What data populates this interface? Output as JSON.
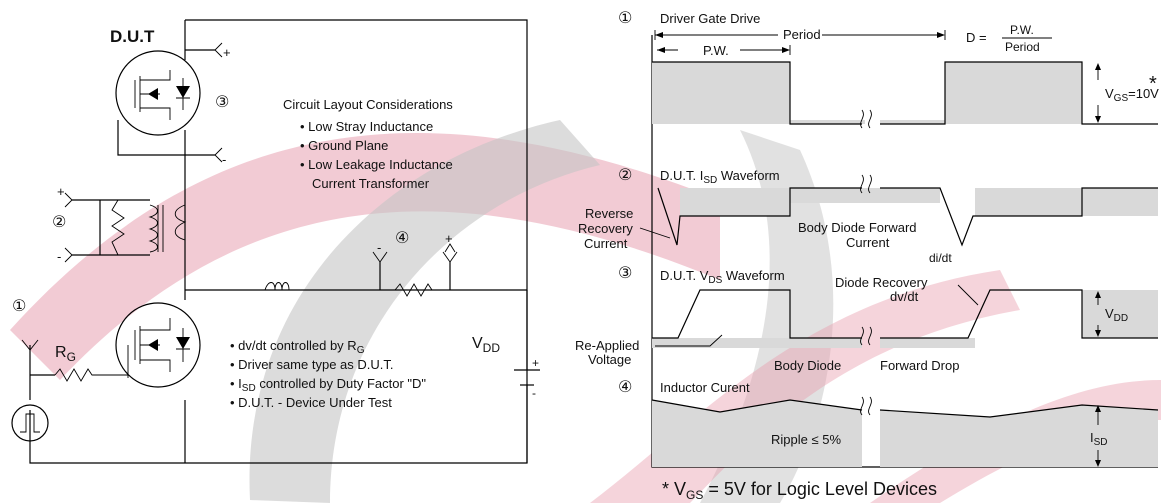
{
  "circuit": {
    "title": "D.U.T",
    "layout_heading": "Circuit Layout Considerations",
    "layout_items": [
      "Low Stray Inductance",
      "Ground Plane",
      "Low Leakage Inductance",
      "Current Transformer"
    ],
    "notes": [
      "dv/dt controlled by R",
      "Driver same type as D.U.T.",
      "I",
      " controlled by Duty Factor \"D\"",
      "D.U.T. - Device Under Test"
    ],
    "rg_main": "R",
    "rg_sub": "G",
    "note_rg_sub": "G",
    "note_isd_sub": "SD",
    "vdd_main": "V",
    "vdd_sub": "DD",
    "plus": "+",
    "minus": "-",
    "markers": [
      "①",
      "②",
      "③",
      "④"
    ]
  },
  "waveforms": {
    "w1_title": "Driver Gate Drive",
    "period": "Period",
    "pw": "P.W.",
    "duty_d": "D =",
    "duty_num": "P.W.",
    "duty_den": "Period",
    "vgs_main": "V",
    "vgs_sub": "GS",
    "vgs_val": "=10V",
    "asterisk": "*",
    "w2_title_a": "D.U.T. I",
    "w2_title_sub": "SD",
    "w2_title_b": " Waveform",
    "reverse": "Reverse",
    "recovery": "Recovery",
    "current": "Current",
    "body_diode_forward": "Body  Diode  Forward",
    "current2": "Current",
    "didt": "di/dt",
    "w3_title_a": "D.U.T. V",
    "w3_title_sub": "DS",
    "w3_title_b": " Waveform",
    "diode_recovery": "Diode  Recovery",
    "dvdt": "dv/dt",
    "vdd_main": "V",
    "vdd_sub": "DD",
    "reapplied": "Re-Applied",
    "voltage": "Voltage",
    "body_diode": "Body  Diode",
    "forward_drop": "Forward  Drop",
    "w4_title": "Inductor Curent",
    "ripple": "Ripple  ≤  5%",
    "isd_main": "I",
    "isd_sub": "SD",
    "footnote_a": "* V",
    "footnote_sub": "GS",
    "footnote_b": " = 5V for Logic Level Devices"
  },
  "colors": {
    "watermark_red": "#e8a0b0",
    "watermark_gray": "#c4c4c4",
    "shade": "#d9d9d9"
  }
}
